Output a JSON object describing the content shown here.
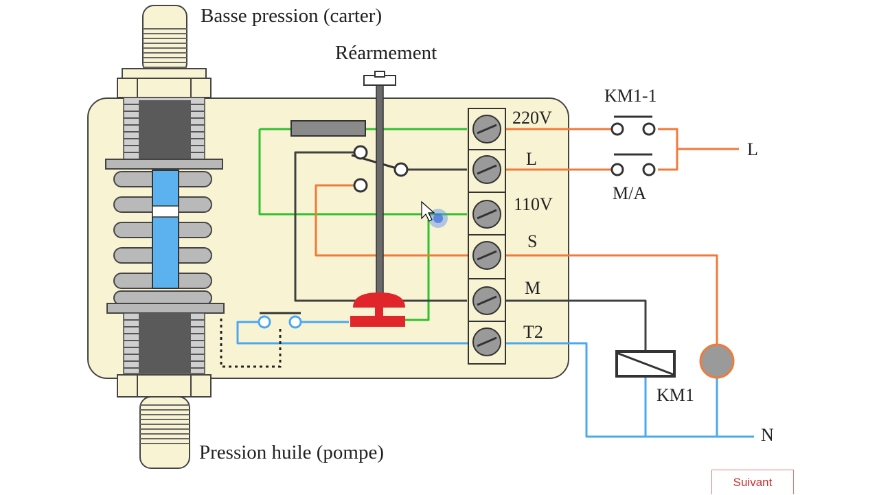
{
  "labels": {
    "low_pressure": "Basse pression (carter)",
    "oil_pressure": "Pression huile (pompe)",
    "reset": "Réarmement",
    "km1_1": "KM1-1",
    "m_a": "M/A",
    "km1": "KM1",
    "line_l": "L",
    "line_n": "N"
  },
  "terminals": [
    "220V",
    "L",
    "110V",
    "S",
    "M",
    "T2"
  ],
  "buttons": {
    "next": "Suivant"
  },
  "colors": {
    "housing": "#f8f3d2",
    "wire_green": "#2fc12f",
    "wire_orange": "#f07a3a",
    "wire_blue": "#4aa8f0",
    "wire_dark": "#404040",
    "reset_red": "#e0262a",
    "bellows_blue": "#5bb2ee",
    "button_red": "#d02a2a"
  }
}
